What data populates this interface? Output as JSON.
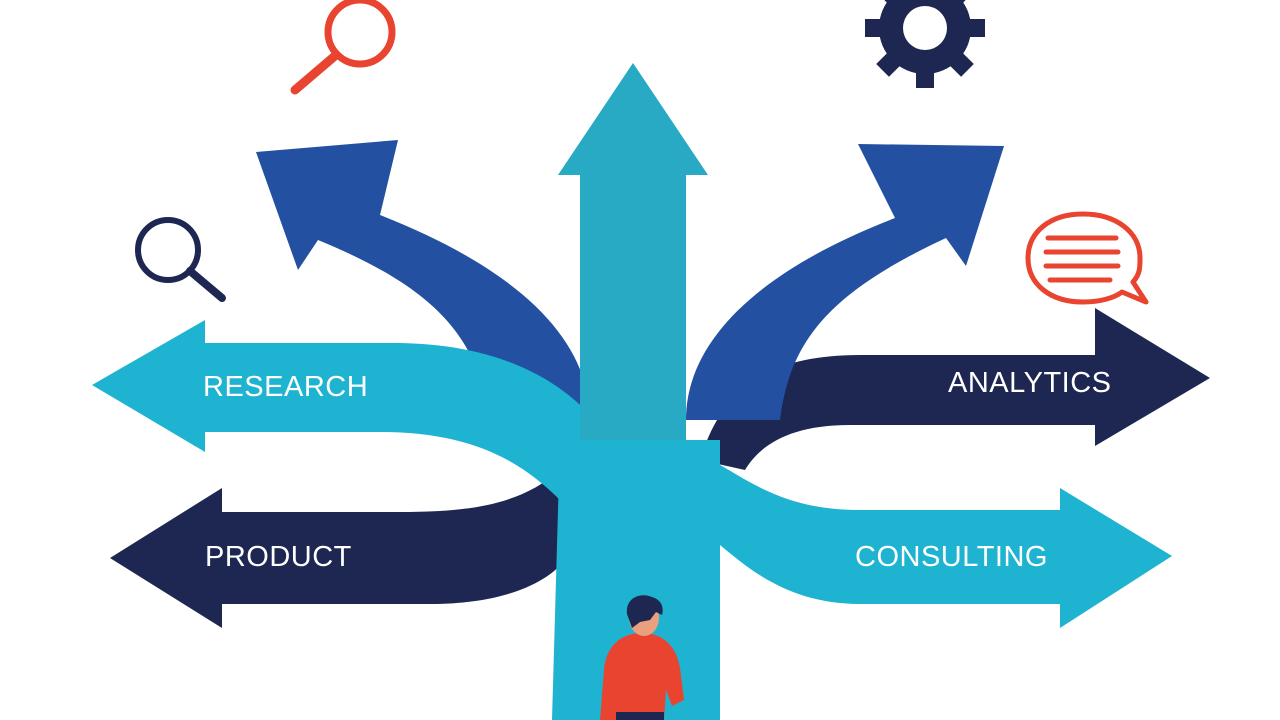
{
  "labels": {
    "research": "RESEARCH",
    "product": "PRODUCT",
    "analytics": "ANALYTICS",
    "consulting": "CONSULTING"
  },
  "colors": {
    "background": "#ffffff",
    "cyan": "#1fb3d2",
    "teal": "#28a9c4",
    "royal_blue": "#2350a0",
    "navy": "#1e2751",
    "red": "#e8442f",
    "icon_dark": "#1e2751"
  },
  "icons": [
    "magnifier-icon",
    "magnifier-icon",
    "gear-icon",
    "speech-bubble-icon",
    "person-figure"
  ]
}
